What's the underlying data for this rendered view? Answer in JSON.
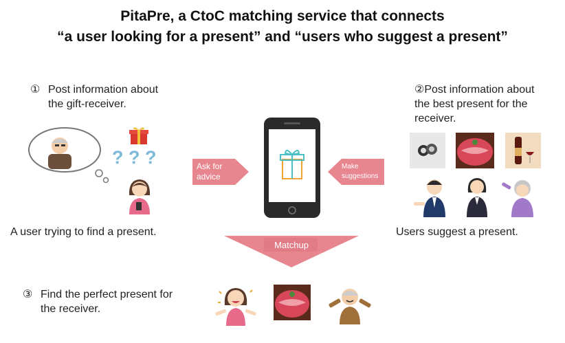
{
  "title": {
    "line1": "PitaPre, a CtoC matching service that connects",
    "line2": "“a user looking for a present” and “users who suggest a present”"
  },
  "step1": {
    "number": "①",
    "text_line1": "Post information about",
    "text_line2": "the gift-receiver."
  },
  "step2": {
    "text_line1": "②Post information about",
    "text_line2": "the best present for the",
    "text_line3": "receiver."
  },
  "step3": {
    "number": "③",
    "text_line1": "Find the perfect present for",
    "text_line2": "the receiver."
  },
  "left_caption": "A user trying to find a present.",
  "right_caption": "Users suggest a present.",
  "arrow_ask": {
    "line1": "Ask for",
    "line2": "advice"
  },
  "arrow_suggest": {
    "line1": "Make",
    "line2": "suggestions"
  },
  "matchup_label": "Matchup",
  "question_marks": "? ? ?",
  "colors": {
    "arrow_fill": "#e8868f",
    "gift_teal": "#4bbfc4",
    "gift_orange": "#f0a330",
    "phone_body": "#2a2a2a"
  }
}
